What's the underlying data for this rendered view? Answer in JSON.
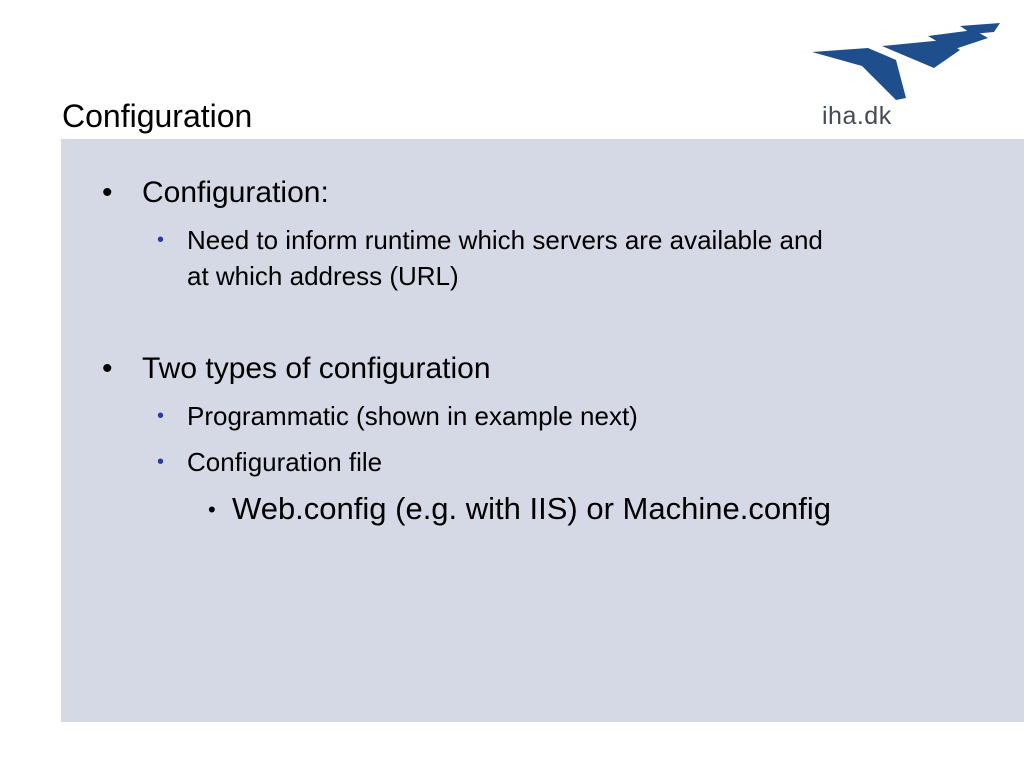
{
  "slide": {
    "title": "Configuration"
  },
  "logo": {
    "text": "iha.dk",
    "mark_color": "#1f4e8c",
    "icon": "iha-wing-logo-icon"
  },
  "content": {
    "background_color": "#d5d9e5",
    "bullet_symbol": "•",
    "items": [
      {
        "level": 1,
        "text": "Configuration:"
      },
      {
        "level": 2,
        "lines": [
          "Need to inform runtime which servers are available and",
          "at which address (URL)"
        ]
      },
      {
        "level": 1,
        "text": "Two types of configuration"
      },
      {
        "level": 2,
        "text": "Programmatic (shown in example next)"
      },
      {
        "level": 2,
        "text": "Configuration file"
      },
      {
        "level": 3,
        "text": "Web.config (e.g. with IIS) or Machine.config"
      }
    ]
  }
}
